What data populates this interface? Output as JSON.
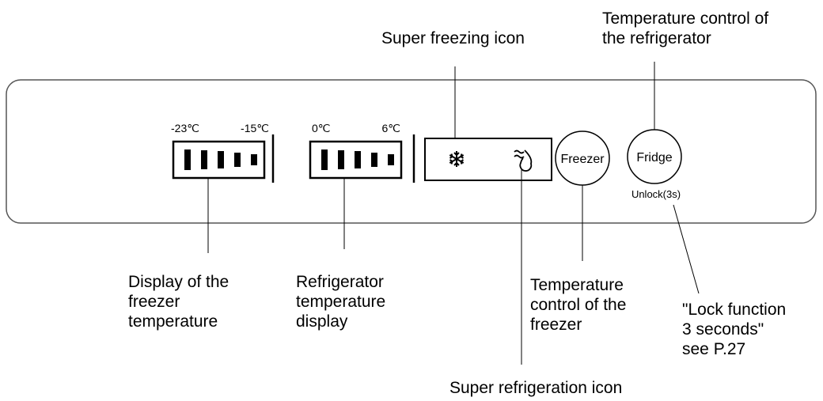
{
  "panel": {
    "freezer_display": {
      "min_label": "-23℃",
      "max_label": "-15℃",
      "bar_levels": 5
    },
    "fridge_display": {
      "min_label": "0℃",
      "max_label": "6℃",
      "bar_levels": 5
    },
    "icons": {
      "super_freezing": "snowflake-icon",
      "super_refrigeration": "fridge-drop-icon"
    },
    "buttons": {
      "freezer": "Freezer",
      "fridge": "Fridge",
      "fridge_sub": "Unlock(3s)"
    }
  },
  "callouts": {
    "super_freezing_icon": "Super freezing icon",
    "fridge_temp_control": [
      "Temperature control of",
      "the refrigerator"
    ],
    "freezer_temp_display": [
      "Display of the",
      "freezer",
      "temperature"
    ],
    "fridge_temp_display": [
      "Refrigerator",
      "temperature",
      "display"
    ],
    "freezer_temp_control": [
      "Temperature",
      "control of the",
      "freezer"
    ],
    "lock_function": [
      "\"Lock function",
      "3 seconds\"",
      "see P.27"
    ],
    "super_refrigeration_icon": "Super refrigeration icon"
  }
}
